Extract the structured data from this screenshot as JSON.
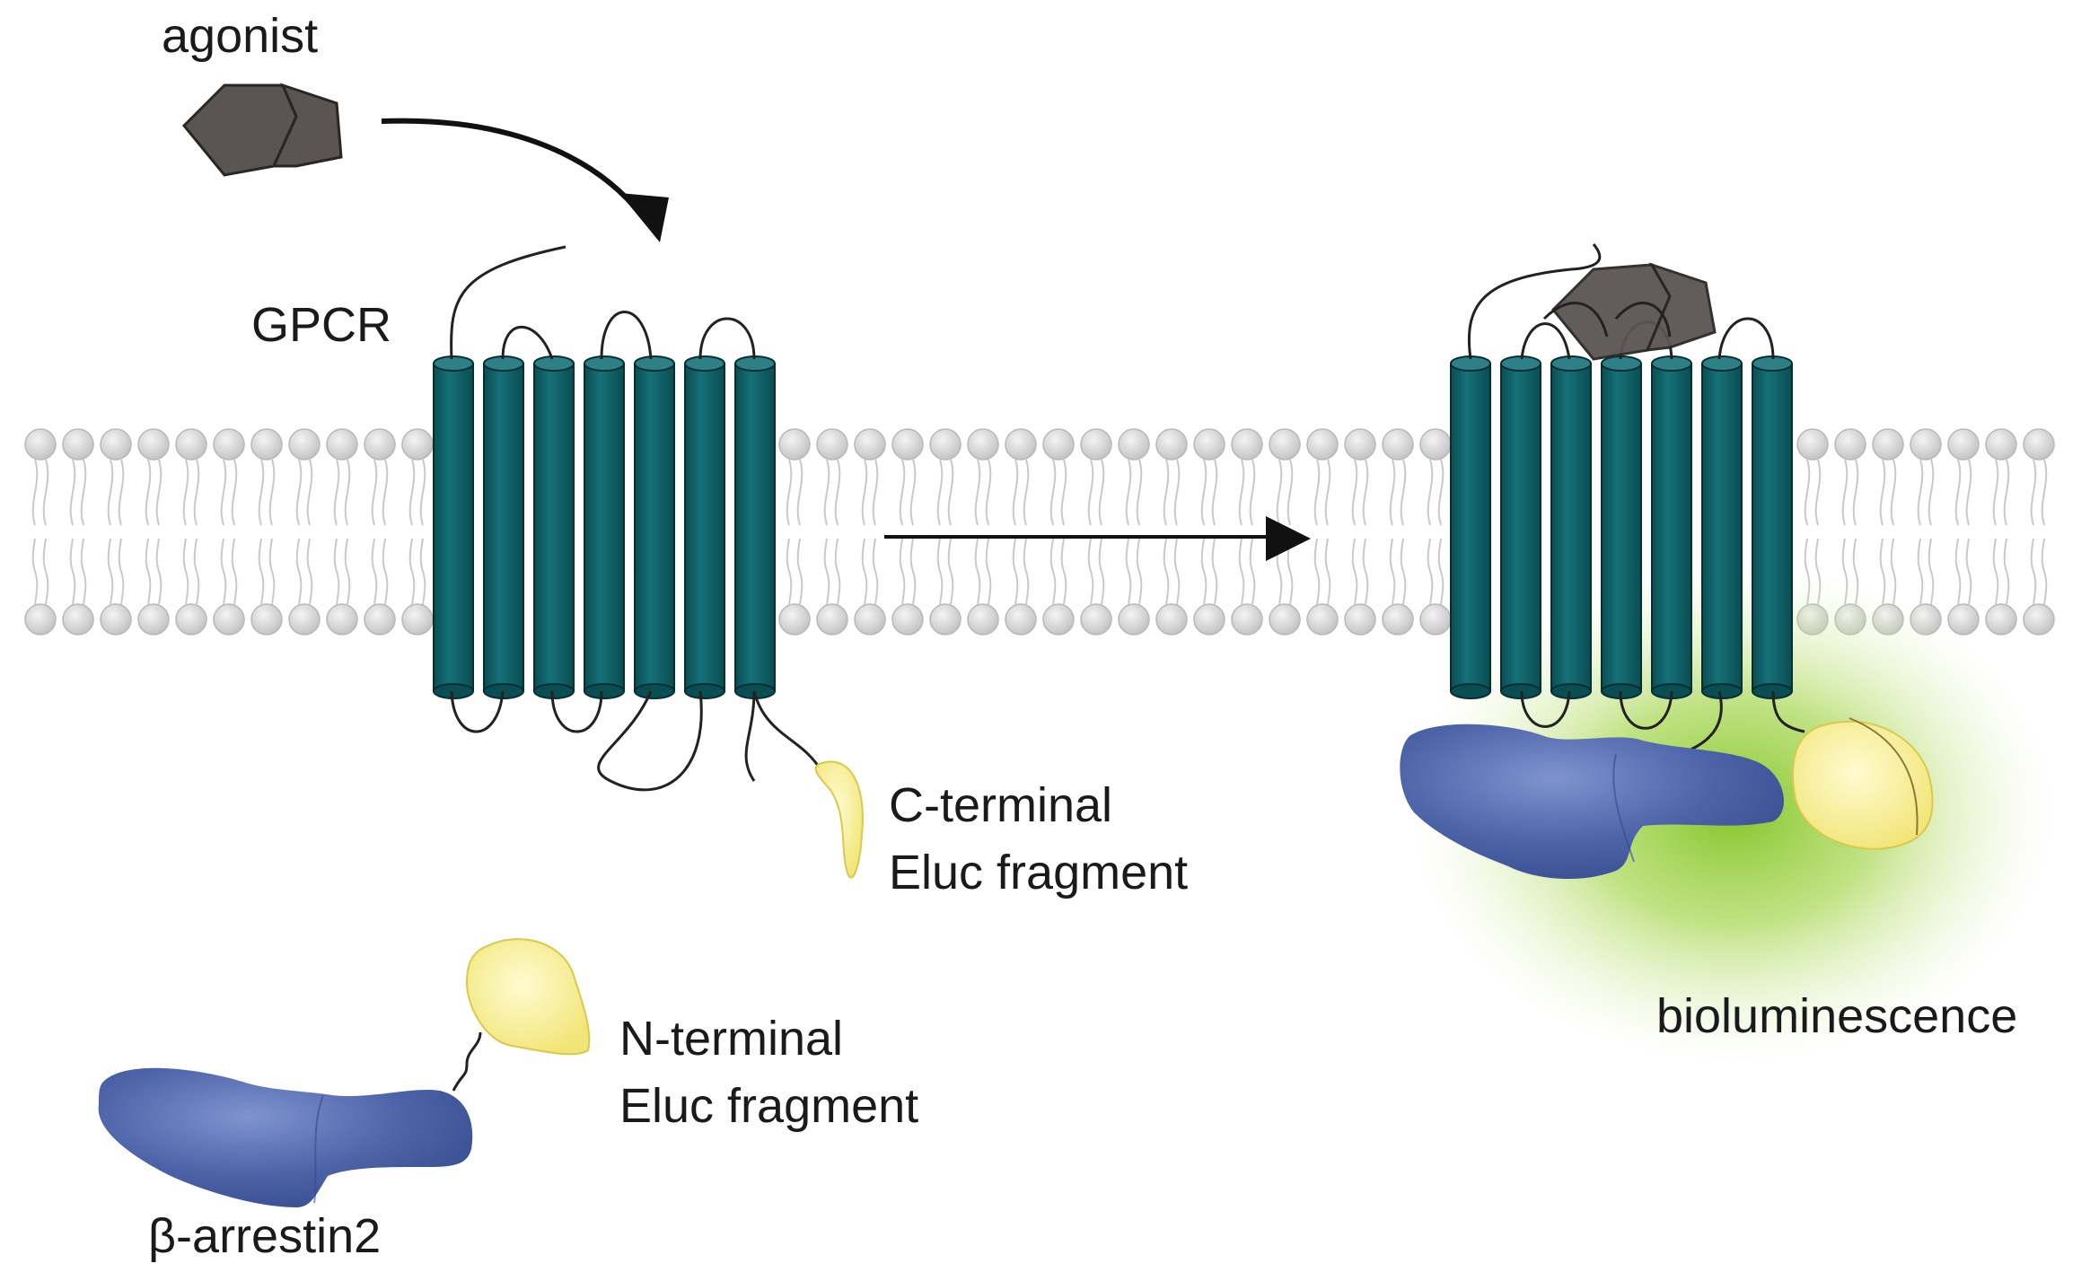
{
  "labels": {
    "agonist": "agonist",
    "gpcr": "GPCR",
    "c_terminal_line1": "C-terminal",
    "c_terminal_line2": "Eluc fragment",
    "n_terminal_line1": "N-terminal",
    "n_terminal_line2": "Eluc fragment",
    "arrestin": "β-arrestin2",
    "bioluminescence": "bioluminescence"
  },
  "colors": {
    "helix": "#0d6066",
    "helix_top": "#3a8a90",
    "arrestin": "#4a60a6",
    "eluc": "#f7ec8a",
    "agonist": "#5a5553",
    "lipid_head": "#d6d6d6",
    "glow": "#9bd13f"
  }
}
